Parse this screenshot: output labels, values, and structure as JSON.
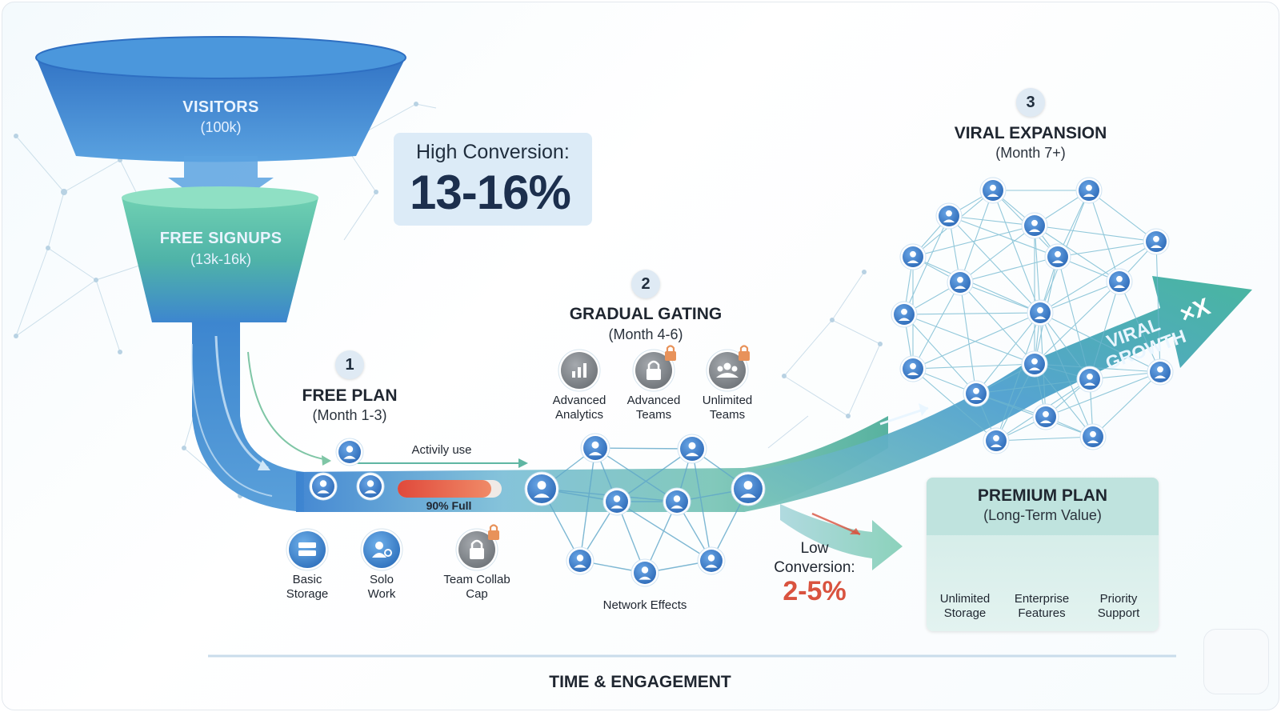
{
  "funnel": {
    "visitors_title": "VISITORS",
    "visitors_value": "(100k)",
    "signups_title": "FREE SIGNUPS",
    "signups_value": "(13k-16k)"
  },
  "high_conversion": {
    "label": "High Conversion:",
    "value": "13-16%"
  },
  "stage1": {
    "number": "1",
    "title": "FREE PLAN",
    "period": "(Month 1-3)",
    "activity_label": "Activily use",
    "capacity_label": "90% Full",
    "capacity_fraction": 0.9,
    "features": [
      {
        "label": "Basic Storage",
        "icon": "server-icon",
        "locked": false
      },
      {
        "label": "Solo Work",
        "icon": "user-link-icon",
        "locked": false
      },
      {
        "label": "Team Collab Cap",
        "icon": "padlock-icon",
        "locked": true
      }
    ]
  },
  "stage2": {
    "number": "2",
    "title": "GRADUAL GATING",
    "period": "(Month 4-6)",
    "network_label": "Network Effects",
    "features": [
      {
        "label": "Advanced Analytics",
        "icon": "bar-chart-icon",
        "locked": false
      },
      {
        "label": "Advanced Teams",
        "icon": "padlock-icon",
        "locked": true
      },
      {
        "label": "Unlimited Teams",
        "icon": "group-icon",
        "locked": true
      }
    ]
  },
  "stage3": {
    "number": "3",
    "title": "VIRAL EXPANSION",
    "period": "(Month 7+)",
    "arrow_label": "VIRAL GROWTH",
    "multiplier": "×X"
  },
  "low_conversion": {
    "label": "Low Conversion:",
    "value": "2-5%"
  },
  "premium": {
    "title": "PREMIUM PLAN",
    "subtitle": "(Long-Term Value)",
    "features": [
      {
        "label": "Unlimited Storage",
        "icon": "server-icon"
      },
      {
        "label": "Enterprise Features",
        "icon": "briefcase-icon"
      },
      {
        "label": "Priority Support",
        "icon": "headset-icon"
      }
    ]
  },
  "axis": {
    "label": "TIME & ENGAGEMENT"
  },
  "colors": {
    "funnel_blue": "#3f86d1",
    "funnel_green": "#5fc7a8",
    "node_blue": "#3d7fcf",
    "warning_red": "#d9533f",
    "lock_orange": "#e8925a"
  }
}
